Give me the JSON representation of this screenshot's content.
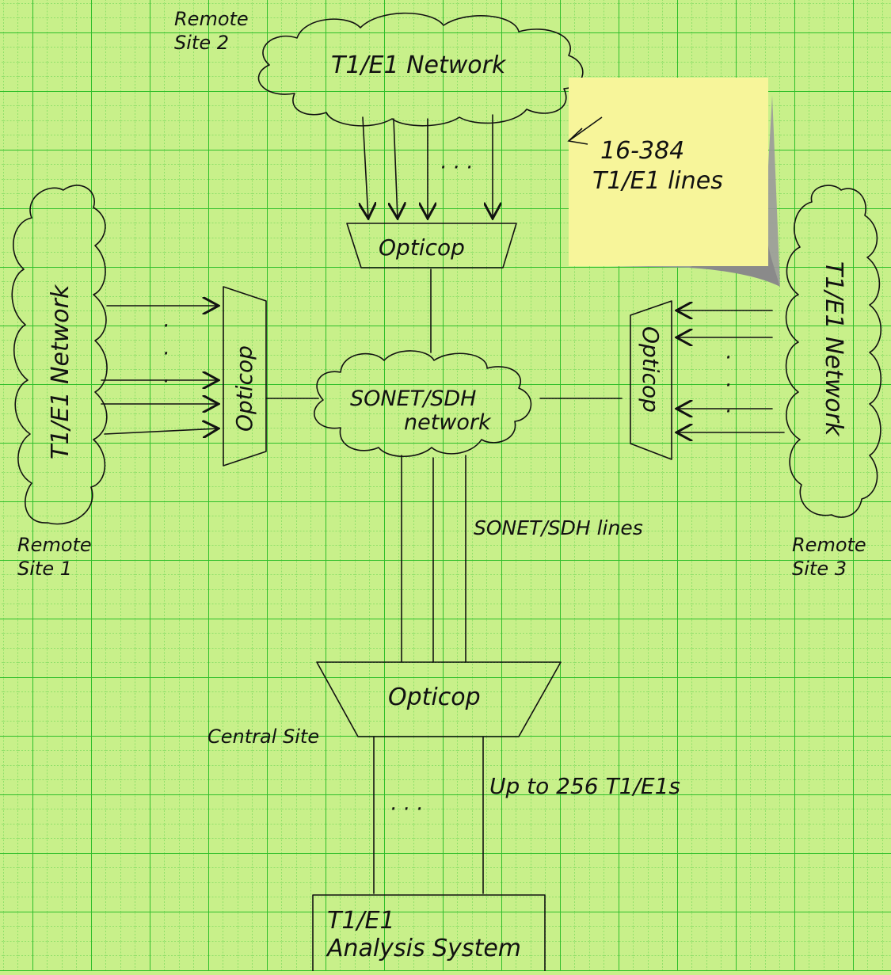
{
  "sites": {
    "remote_site_1": [
      "Remote",
      "Site 1"
    ],
    "remote_site_2": [
      "Remote",
      "Site 2"
    ],
    "remote_site_3": [
      "Remote",
      "Site 3"
    ],
    "central_site": "Central Site"
  },
  "networks": {
    "top": "T1/E1 Network",
    "left": "T1/E1 Network",
    "right": "T1/E1 Network",
    "center": [
      "SONET/SDH",
      "network"
    ]
  },
  "muxes": {
    "top": "Opticop",
    "left": "Opticop",
    "right": "Opticop",
    "bottom": "Opticop"
  },
  "lines": {
    "sonet": "SONET/SDH lines",
    "up_to": "Up to 256 T1/E1s"
  },
  "sticky_note": [
    "16-384",
    "T1/E1 lines"
  ],
  "analysis": [
    "T1/E1",
    "Analysis System"
  ],
  "dots": {
    "horizontal": "· · ·",
    "vertical": "·"
  },
  "colors": {
    "paper": "#c8f08a",
    "grid_minor": "#5ad14a",
    "grid_major": "#2fbf2a",
    "ink": "#111111",
    "note": "#f7f59a",
    "note_shadow": "#9a9a9a"
  }
}
